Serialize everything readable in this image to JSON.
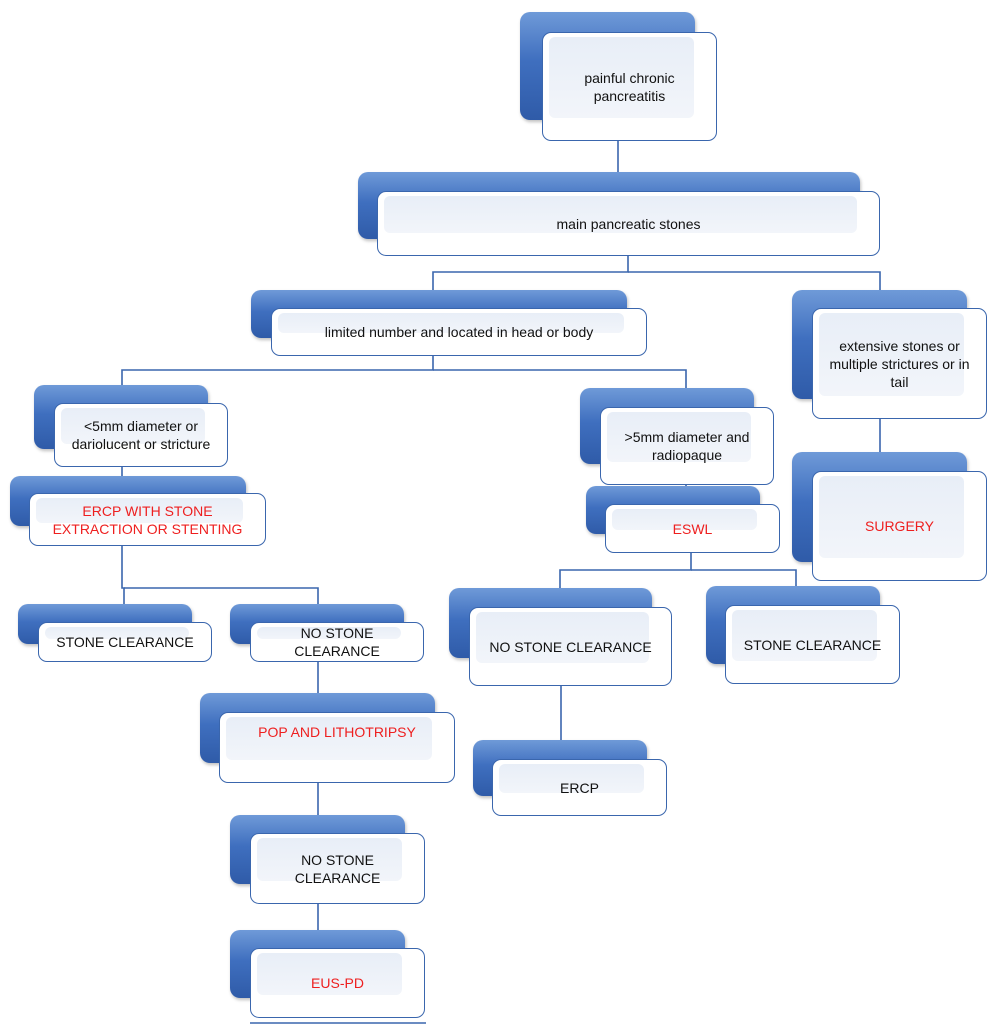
{
  "nodes": {
    "root": "painful chronic pancreatitis",
    "main_stones": "main pancreatic stones",
    "limited": "limited number and located in head or body",
    "extensive": "extensive stones or multiple strictures or in tail",
    "small": "<5mm diameter or dariolucent or stricture",
    "large": ">5mm diameter and radiopaque",
    "ercp_stone": "ERCP WITH STONE EXTRACTION OR STENTING",
    "eswl": "ESWL",
    "surgery": "SURGERY",
    "stone_clearance_left": "STONE CLEARANCE",
    "no_stone_clearance_left": "NO STONE CLEARANCE",
    "no_stone_clearance_mid": "NO STONE CLEARANCE",
    "stone_clearance_mid": "STONE CLEARANCE",
    "pop_lithotripsy": "POP AND LITHOTRIPSY",
    "ercp": "ERCP",
    "no_stone_clearance_bottom": "NO STONE CLEARANCE",
    "eus_pd": "EUS-PD"
  },
  "colors": {
    "box_back": "#3f6fbf",
    "box_border": "#3a66ad",
    "connector": "#3a66ad",
    "action_text": "#ee1f1f",
    "normal_text": "#111111"
  }
}
